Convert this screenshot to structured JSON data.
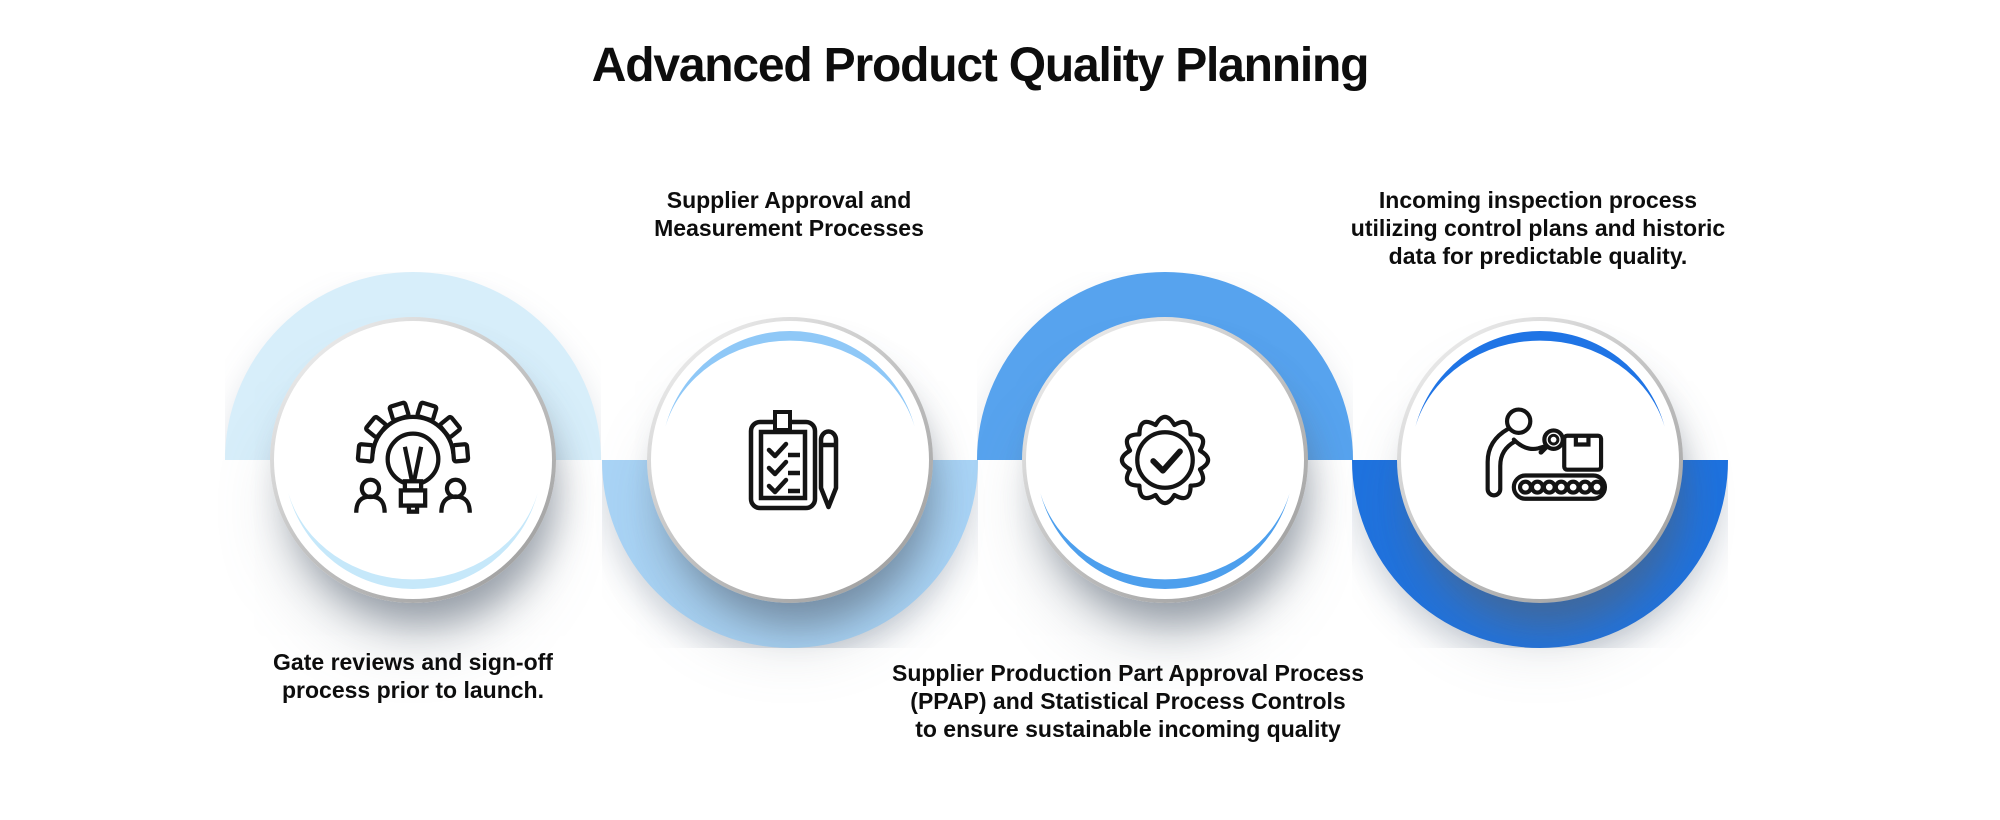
{
  "title": "Advanced Product Quality Planning",
  "background_color": "#ffffff",
  "text_color": "#0d0d0d",
  "icon_stroke_color": "#141414",
  "circle_border_color": "#b5b5b5",
  "steps": [
    {
      "name": "gate-reviews",
      "label_lines": [
        "Gate reviews and sign-off",
        "process prior to launch."
      ],
      "label_position": "below",
      "icon": "gear-lightbulb-team-icon",
      "ring_half": "top",
      "ring_color": "#D7EEFA",
      "accent_color": "#C6E8FA"
    },
    {
      "name": "supplier-approval",
      "label_lines": [
        "Supplier Approval and",
        "Measurement Processes"
      ],
      "label_position": "above",
      "icon": "clipboard-checklist-pen-icon",
      "ring_half": "bottom",
      "ring_color": "#A9D4F6",
      "accent_color": "#8FC8F7"
    },
    {
      "name": "ppap-statistical-controls",
      "label_lines": [
        "Supplier Production Part Approval Process",
        "(PPAP) and Statistical Process Controls",
        "to ensure sustainable incoming quality"
      ],
      "label_position": "below",
      "icon": "certified-badge-check-icon",
      "ring_half": "top",
      "ring_color": "#57A3EE",
      "accent_color": "#4D9FED"
    },
    {
      "name": "incoming-inspection",
      "label_lines": [
        "Incoming inspection process",
        "utilizing control plans and historic",
        "data for predictable quality."
      ],
      "label_position": "above",
      "icon": "inspection-conveyor-icon",
      "ring_half": "bottom",
      "ring_color": "#1E72DF",
      "accent_color": "#1F74E5"
    }
  ]
}
